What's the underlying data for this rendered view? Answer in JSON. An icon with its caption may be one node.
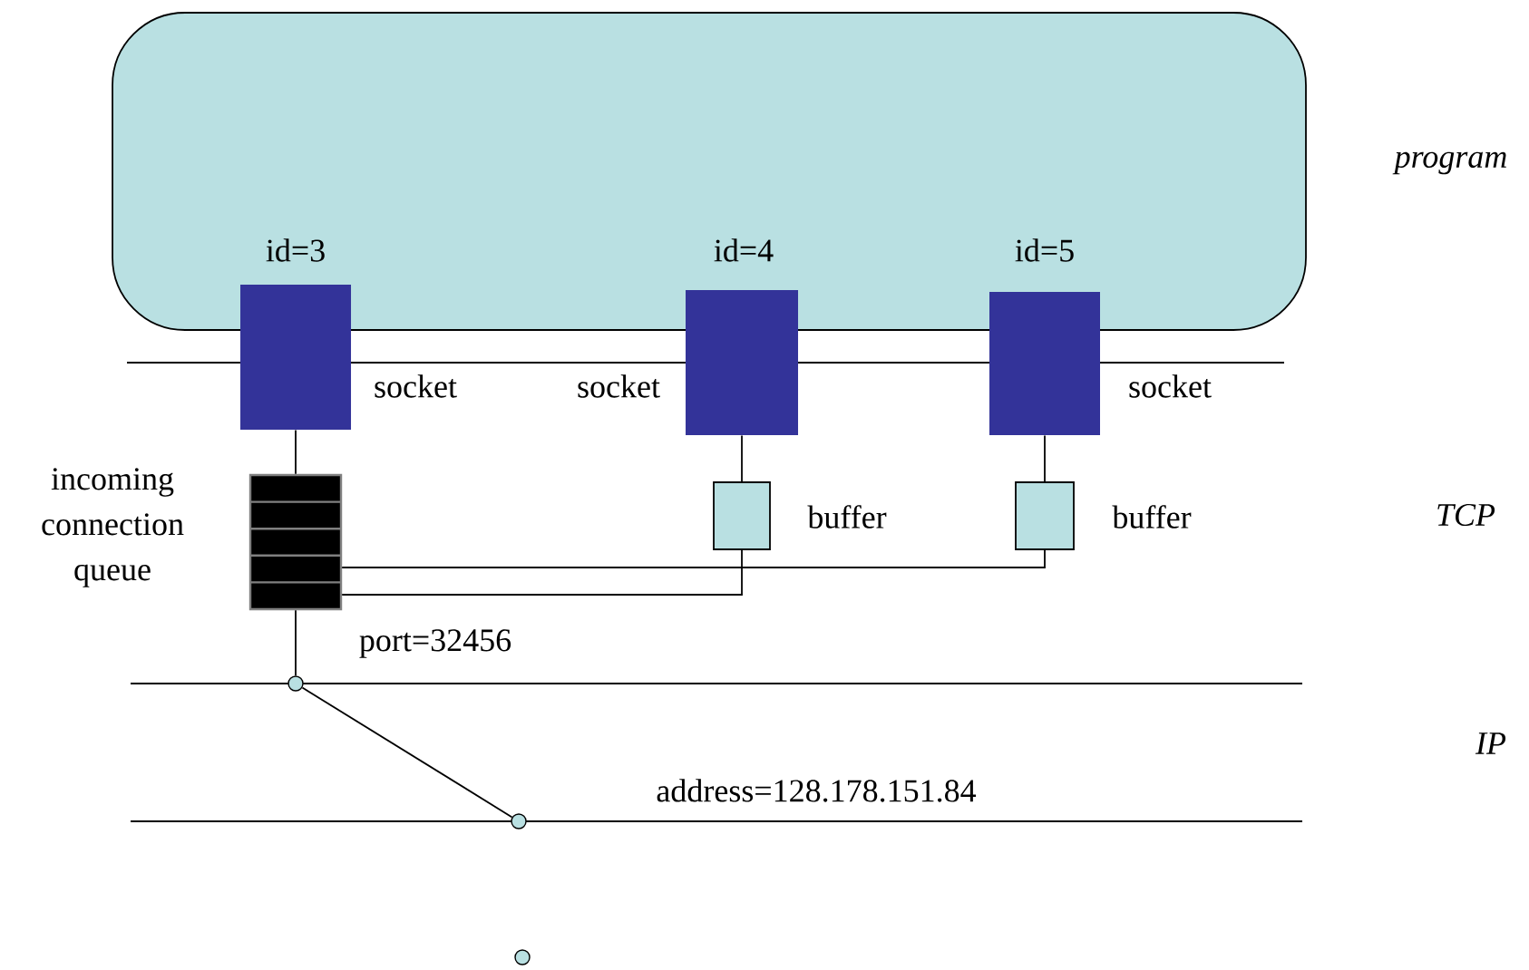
{
  "diagram": {
    "nodes": [
      {
        "text": [],
        "shape": "box"
      },
      {
        "text": [],
        "shape": "box",
        "beside": [
          "socket"
        ]
      },
      {
        "text": [],
        "shape": "box",
        "beside": [
          "socket"
        ]
      },
      {
        "text": [],
        "shape": "box",
        "beside": [
          "socket"
        ]
      },
      {
        "text": [],
        "shape": "box",
        "beside": [
          "incoming connection queue"
        ]
      },
      {
        "text": [],
        "shape": "box",
        "beside": [
          "buffer"
        ]
      },
      {
        "text": [],
        "shape": "box",
        "beside": [
          "buffer"
        ]
      },
      {
        "text": [],
        "shape": "circle"
      },
      {
        "text": [],
        "shape": "circle"
      },
      {
        "text": [],
        "shape": "circle"
      }
    ],
    "edges": [
      {
        "from": 1,
        "to": 4,
        "arrow": "none"
      },
      {
        "from": 2,
        "to": 5,
        "arrow": "none"
      },
      {
        "from": 3,
        "to": 6,
        "arrow": "none"
      },
      {
        "from": 4,
        "to": 6,
        "arrow": "none"
      },
      {
        "from": 4,
        "to": 5,
        "arrow": "none"
      },
      {
        "from": 4,
        "to": 7,
        "arrow": "none"
      },
      {
        "from": 7,
        "to": 8,
        "arrow": "none"
      }
    ],
    "labels": [
      "program",
      "id=3",
      "id=4",
      "id=5",
      "TCP",
      "port=32456",
      "IP",
      "address=128.178.151.84"
    ]
  }
}
